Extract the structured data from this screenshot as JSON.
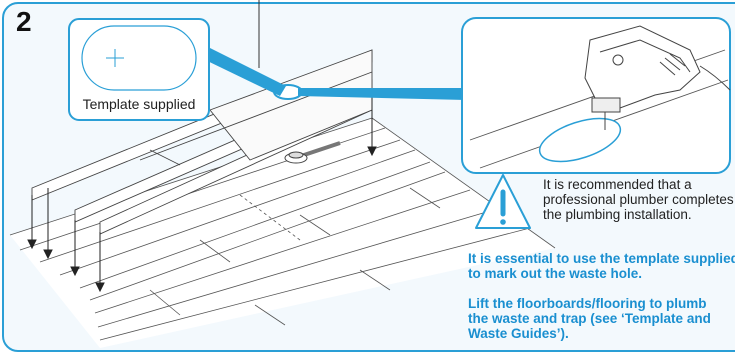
{
  "step": {
    "number": "2"
  },
  "template_callout": {
    "label": "Template supplied"
  },
  "warning": {
    "icon": "warning-triangle-icon",
    "lines": [
      "It is recommended that a",
      "professional plumber completes",
      "the plumbing installation."
    ]
  },
  "instructions": {
    "essential": [
      "It is essential to use the template supplied",
      "to mark out the waste hole."
    ],
    "lift": [
      "Lift the floorboards/flooring to plumb",
      "the waste and trap (see ‘Template and",
      "Waste Guides’)."
    ]
  },
  "colors": {
    "accent": "#2a9fd6",
    "panel": "#f3f9fd",
    "text_blue": "#1a8fd0"
  }
}
